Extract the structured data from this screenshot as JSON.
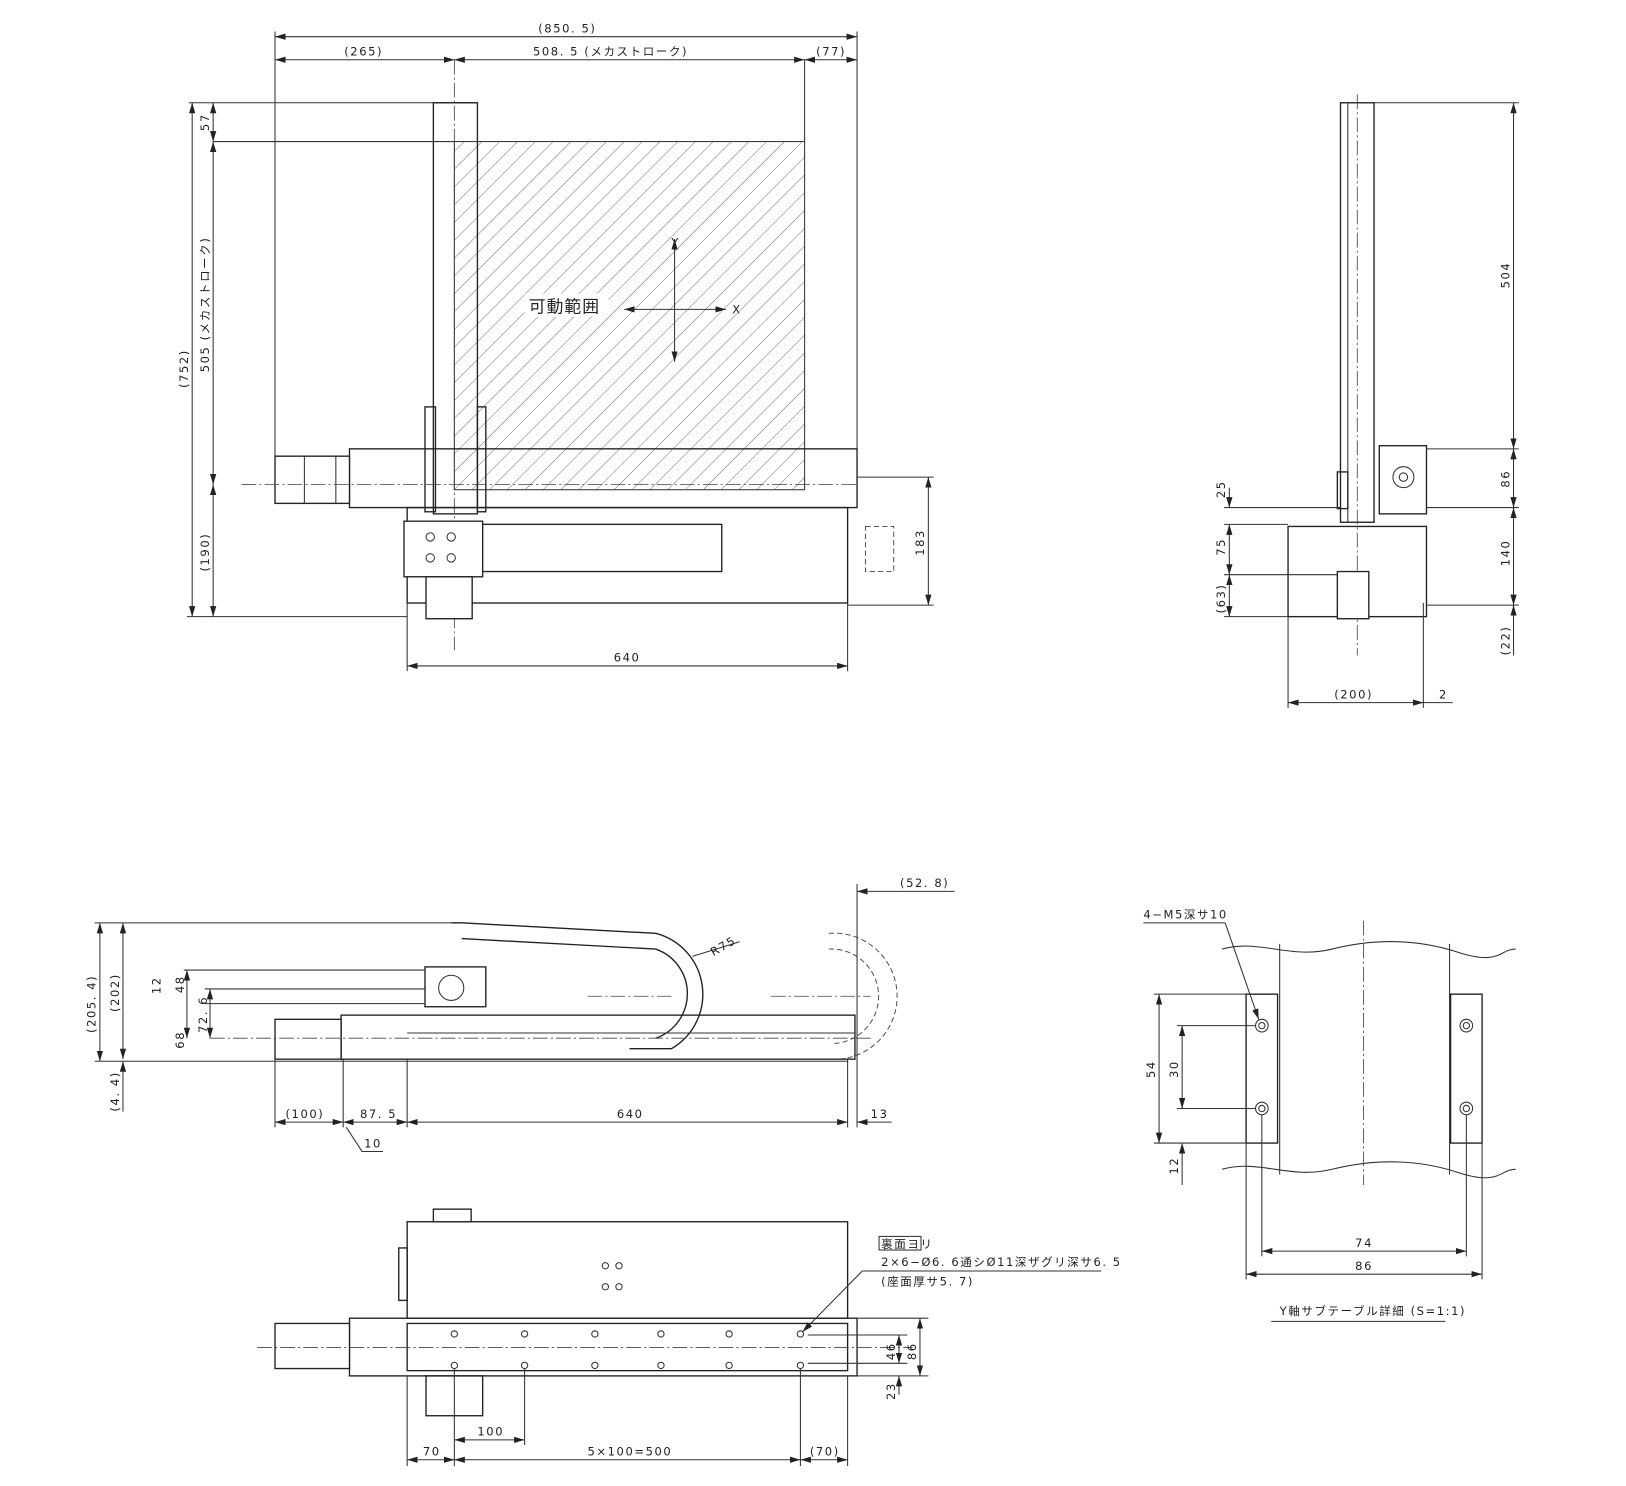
{
  "front_view": {
    "overall_width": "(850. 5)",
    "left_offset": "(265)",
    "x_stroke": "508. 5 (メカストローク)",
    "right_offset": "(77)",
    "overall_height": "(752)",
    "top_offset": "57",
    "y_stroke": "505 (メカストローク)",
    "bottom_offset": "(190)",
    "right_height": "183",
    "base_length": "640",
    "range_label": "可動範囲",
    "axis_y": "Y",
    "axis_x": "X"
  },
  "side_view_right": {
    "column_height": "504",
    "motor_height": "86",
    "base_height": "140",
    "bottom_offset": "(22)",
    "dim_25": "25",
    "dim_75": "75",
    "dim_63": "(63)",
    "width": "(200)",
    "gap": "2"
  },
  "side_view_bottom": {
    "cable_offset": "(52. 8)",
    "radius": "R75",
    "height_205": "(205. 4)",
    "height_202": "(202)",
    "offset_4": "(4. 4)",
    "dim_12": "12",
    "dim_48": "48",
    "dim_72": "72. 6",
    "dim_68": "68",
    "motor_len": "(100)",
    "dim_87": "87. 5",
    "base_len": "640",
    "end_13": "13",
    "dim_10": "10"
  },
  "plan_view": {
    "note_box": "裏面ヨリ",
    "note_line1": "2×6−Ø6. 6通シØ11深ザグリ深サ6. 5",
    "note_line2": "(座面厚サ5. 7)",
    "pitch": "100",
    "start": "70",
    "holes_span": "5×100=500",
    "end": "(70)",
    "hole_spacing": "46",
    "rail_width": "86",
    "offset_23": "23"
  },
  "detail_view": {
    "tap_label": "4−M5深サ10",
    "dim_54": "54",
    "dim_30": "30",
    "dim_12": "12",
    "dim_74": "74",
    "dim_86": "86",
    "caption": "Y軸サブテーブル詳細 (S=1:1)"
  }
}
